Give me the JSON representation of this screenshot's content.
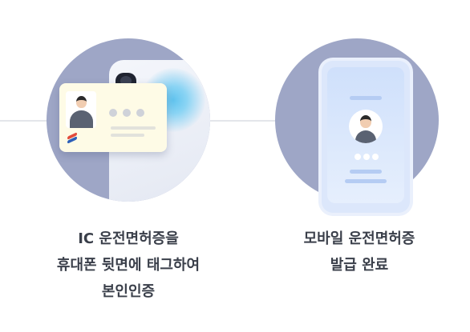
{
  "steps": [
    {
      "caption_lines": [
        "IC 운전면허증을",
        "휴대폰 뒷면에 태그하여",
        "본인인증"
      ],
      "icon": "nfc-tag-phone-icon"
    },
    {
      "caption_lines": [
        "모바일 운전면허증",
        "발급 완료"
      ],
      "icon": "mobile-license-icon"
    }
  ],
  "colors": {
    "circle_bg": "#9ea6c6",
    "text": "#3a3f4a",
    "connector": "#e4e6ea",
    "card_bg": "#fefbe6",
    "screen_bg": "#dce7fb",
    "nfc_wave": "#62c4ef"
  }
}
